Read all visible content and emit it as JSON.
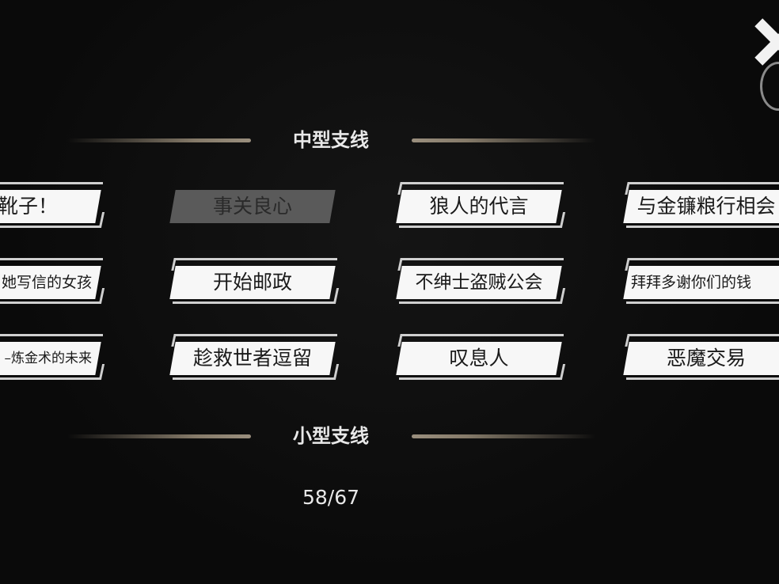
{
  "sections": {
    "medium_title": "中型支线",
    "small_title": "小型支线"
  },
  "quests": {
    "row1": [
      "！靴子！",
      "事关良心",
      "狼人的代言",
      "与金镰粮行相会"
    ],
    "row2": [
      "她写信的女孩",
      "开始邮政",
      "不绅士盗贼公会",
      "拜拜多谢你们的钱"
    ],
    "row3": [
      "–炼金术的未来",
      "趁救世者逗留",
      "叹息人",
      "恶魔交易"
    ],
    "selected": "事关良心"
  },
  "progress": {
    "text": "58/67"
  },
  "icons": {
    "close": "close-icon",
    "ring": "ring-icon"
  },
  "colors": {
    "background": "#0d0d0d",
    "card": "#f7f7f7",
    "card_selected": "#5a5a5a",
    "rule": "#857a69"
  }
}
